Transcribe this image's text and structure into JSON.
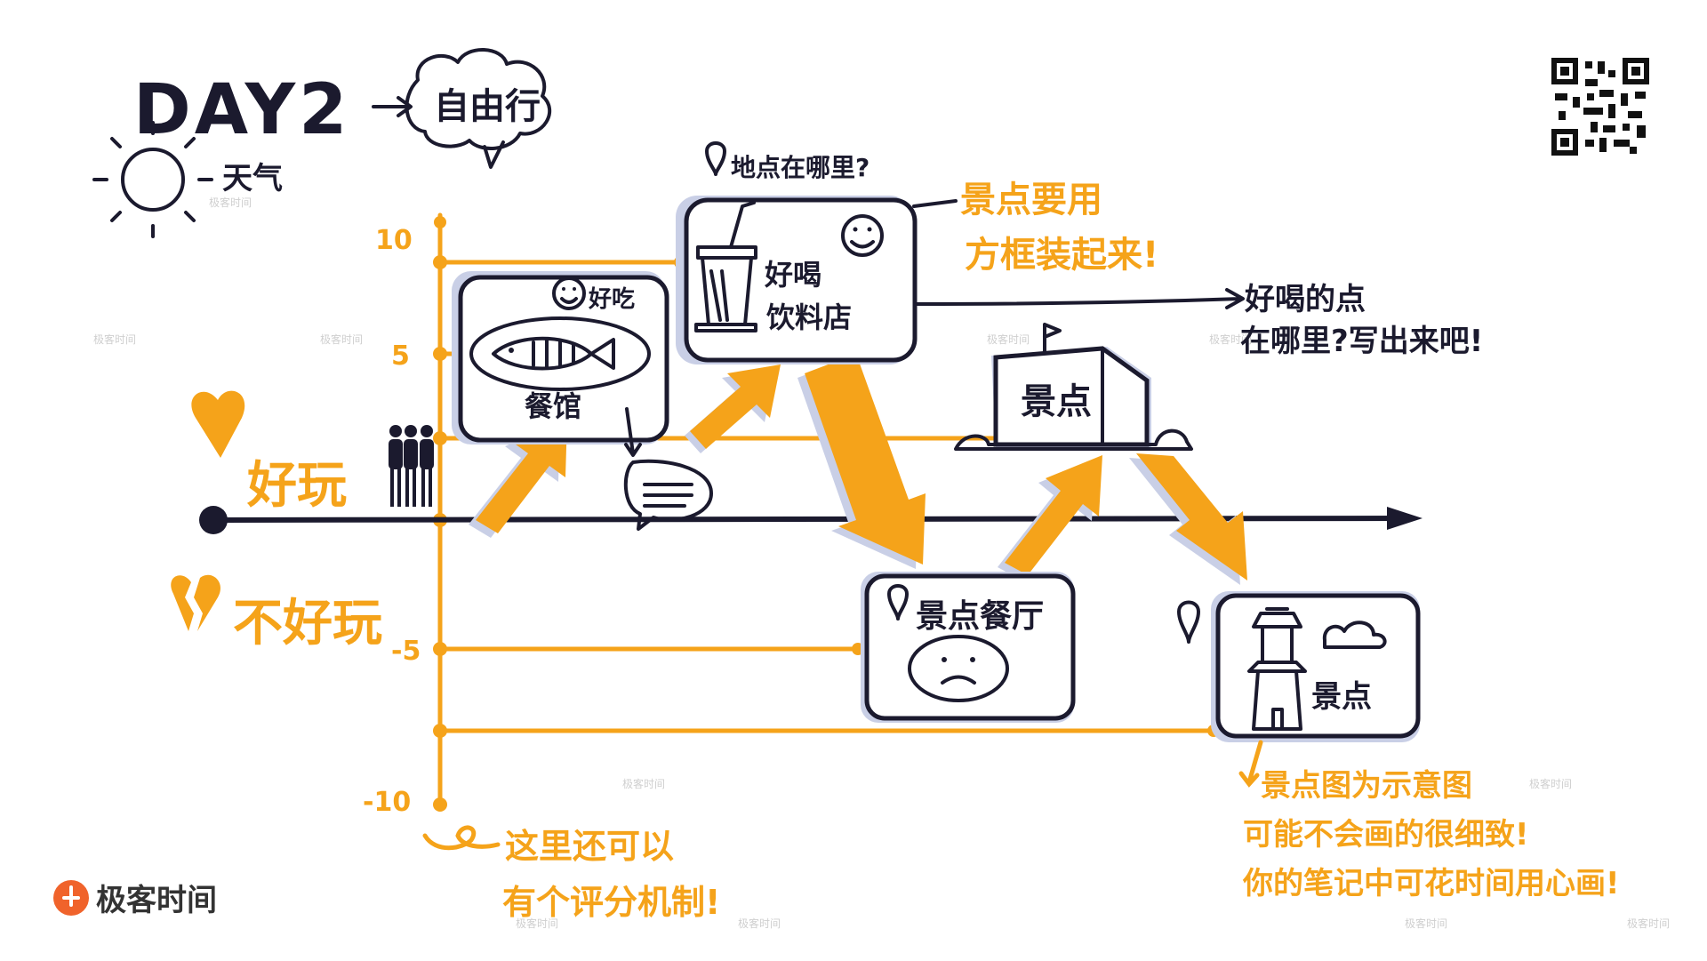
{
  "header": {
    "day_label": "DAY2",
    "theme_label": "自由行",
    "weather_label": "天气"
  },
  "axis": {
    "tick_top": "10",
    "tick_mid": "5",
    "tick_neg_mid": "-5",
    "tick_bottom": "-10",
    "good_label": "好玩",
    "bad_label": "不好玩"
  },
  "cards": {
    "restaurant": {
      "tag": "好吃",
      "name": "餐馆"
    },
    "drink_shop": {
      "top_note": "地点在哪里?",
      "tag": "好喝",
      "name": "饮料店"
    },
    "sight_mid": {
      "name": "景点"
    },
    "sight_bad": {
      "name": "景点餐厅"
    },
    "sight_tower": {
      "name": "景点"
    }
  },
  "notes": {
    "frame_note_line1": "景点要用",
    "frame_note_line2": "方框装起来!",
    "drink_note_line1": "好喝的点",
    "drink_note_line2": "在哪里?写出来吧!",
    "score_note_line1": "这里还可以",
    "score_note_line2": "有个评分机制!",
    "sketch_note_line1": "景点图为示意图",
    "sketch_note_line2": "可能不会画的很细致!",
    "sketch_note_line3": "你的笔记中可花时间用心画!"
  },
  "brand": {
    "name": "极客时间",
    "watermark": "极客时间"
  },
  "colors": {
    "ink": "#1b1a2e",
    "accent": "#f5a31a",
    "shadow": "#c9cfe6"
  },
  "icons": [
    "sun-icon",
    "cloud-bubble-icon",
    "heart-icon",
    "broken-heart-icon",
    "location-pin-icon",
    "smiley-icon",
    "sad-face-icon",
    "fish-icon",
    "cup-icon",
    "speech-bubble-icon",
    "tower-icon",
    "cloud-icon",
    "flag-icon",
    "people-icon",
    "qr-code-icon",
    "brand-logo-icon"
  ]
}
